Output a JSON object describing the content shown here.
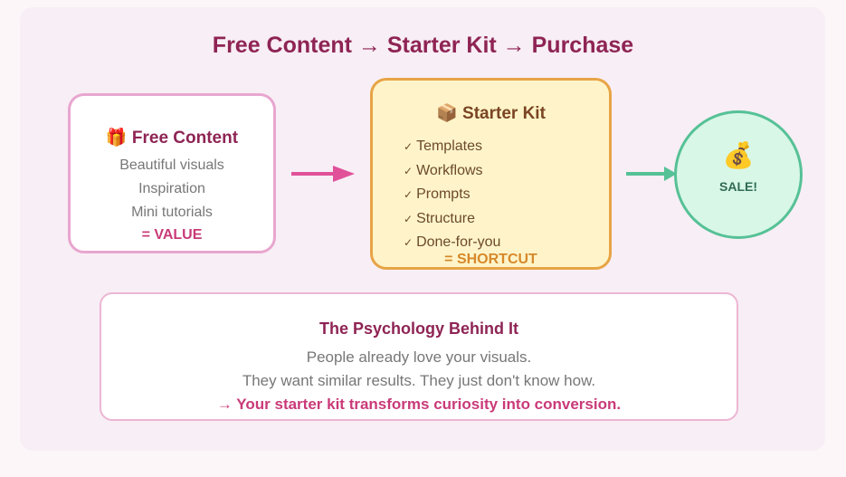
{
  "title": "Free Content → Starter Kit → Purchase",
  "free": {
    "icon": "gift-icon",
    "emoji": "🎁",
    "heading": "Free Content",
    "items": [
      "Beautiful visuals",
      "Inspiration",
      "Mini tutorials"
    ],
    "result": "= VALUE"
  },
  "kit": {
    "icon": "package-icon",
    "emoji": "📦",
    "heading": "Starter Kit",
    "check": "✓",
    "items": [
      "Templates",
      "Workflows",
      "Prompts",
      "Structure",
      "Done-for-you"
    ],
    "result": "= SHORTCUT"
  },
  "sale": {
    "icon": "money-bag-icon",
    "emoji": "💰",
    "label": "SALE!"
  },
  "psychology": {
    "heading": "The Psychology Behind It",
    "lines": [
      "People already love your visuals.",
      "They want similar results. They just don't know how."
    ],
    "cta": "→ Your starter kit transforms curiosity into conversion."
  },
  "colors": {
    "pink": "#e0519a",
    "green": "#56c196",
    "title": "#8e2454"
  }
}
